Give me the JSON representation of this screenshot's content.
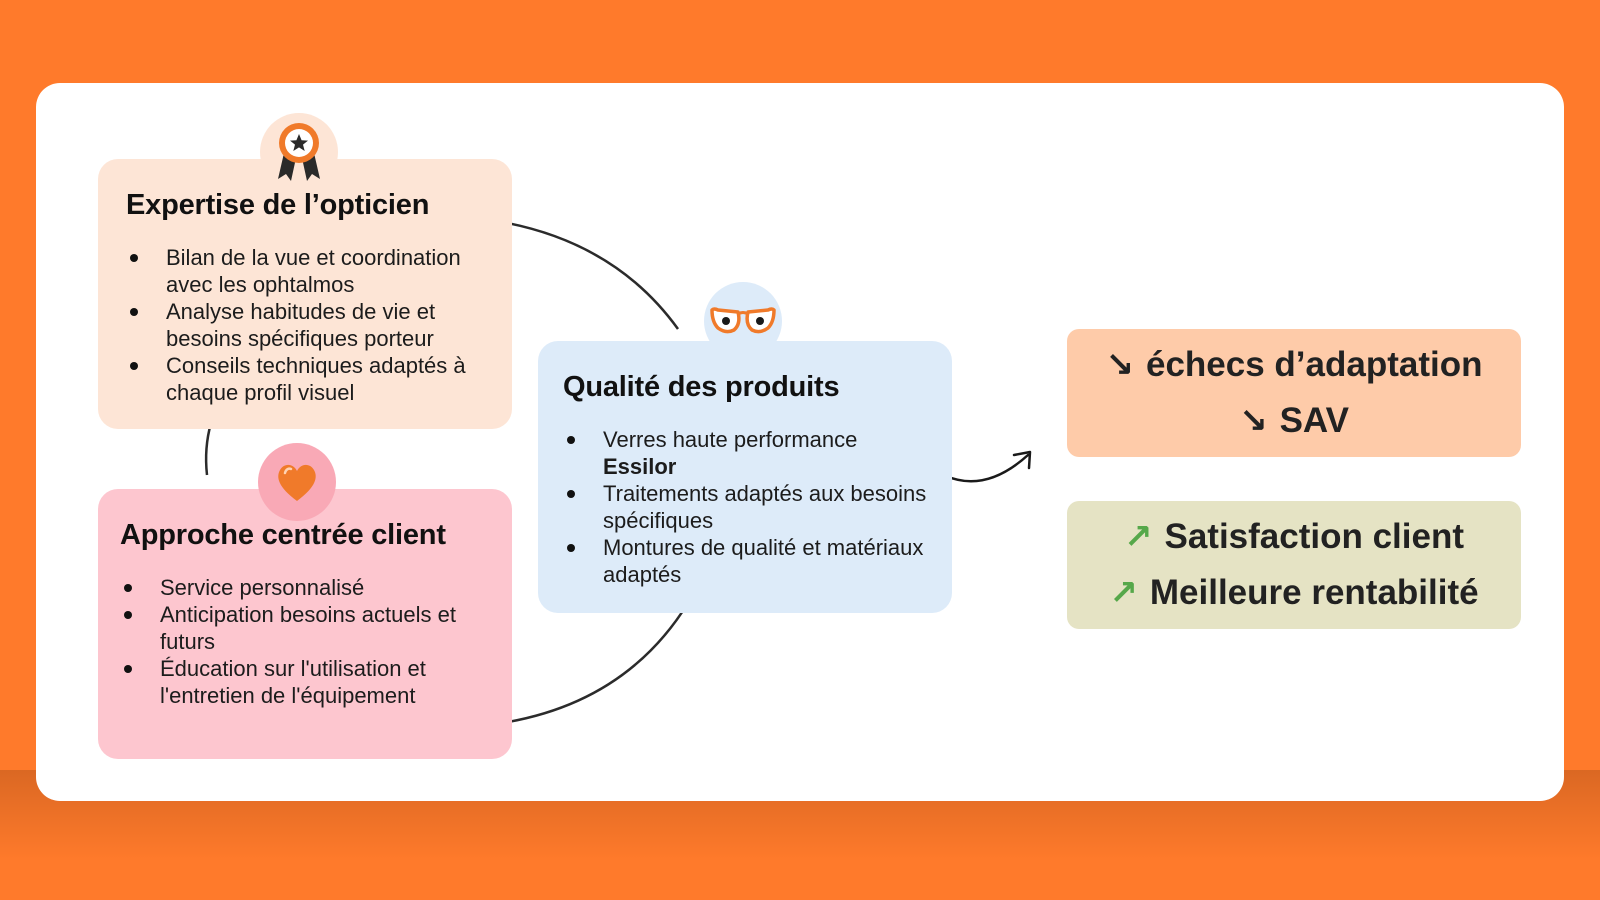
{
  "colors": {
    "background": "#FF7A2B",
    "card": "#FFFFFF",
    "expertise_box": "#FDE5D6",
    "client_box": "#FDC6CF",
    "qualite_box": "#DDEBF9",
    "decrease_box": "#FECBA9",
    "increase_box": "#E5E3C4",
    "icon_orange": "#F07A2A",
    "up_arrow": "#56A84A"
  },
  "expertise": {
    "icon": "ribbon-award-icon",
    "title": "Expertise de l’opticien",
    "items": [
      "Bilan de la vue et coordination avec les ophtalmos",
      "Analyse habitudes de vie et besoins spécifiques porteur",
      "Conseils techniques adaptés à chaque profil visuel"
    ]
  },
  "client": {
    "icon": "heart-icon",
    "title": "Approche centrée client",
    "items": [
      "Service personnalisé",
      "Anticipation besoins actuels et futurs",
      "Éducation sur l'utilisation et l'entretien de l'équipement"
    ]
  },
  "qualite": {
    "icon": "glasses-icon",
    "title": "Qualité des produits",
    "items": [
      {
        "text": "Verres haute performance",
        "bold": "Essilor"
      },
      {
        "text": "Traitements adaptés aux besoins spécifiques"
      },
      {
        "text": "Montures de qualité et matériaux adaptés"
      }
    ]
  },
  "outcomes": {
    "decrease": {
      "arrow_icon": "arrow-down-right-icon",
      "arrow": "↘",
      "lines": [
        "échecs d’adaptation",
        "SAV"
      ]
    },
    "increase": {
      "arrow_icon": "arrow-up-right-icon",
      "arrow": "↗",
      "lines": [
        "Satisfaction client",
        "Meilleure rentabilité"
      ]
    }
  }
}
